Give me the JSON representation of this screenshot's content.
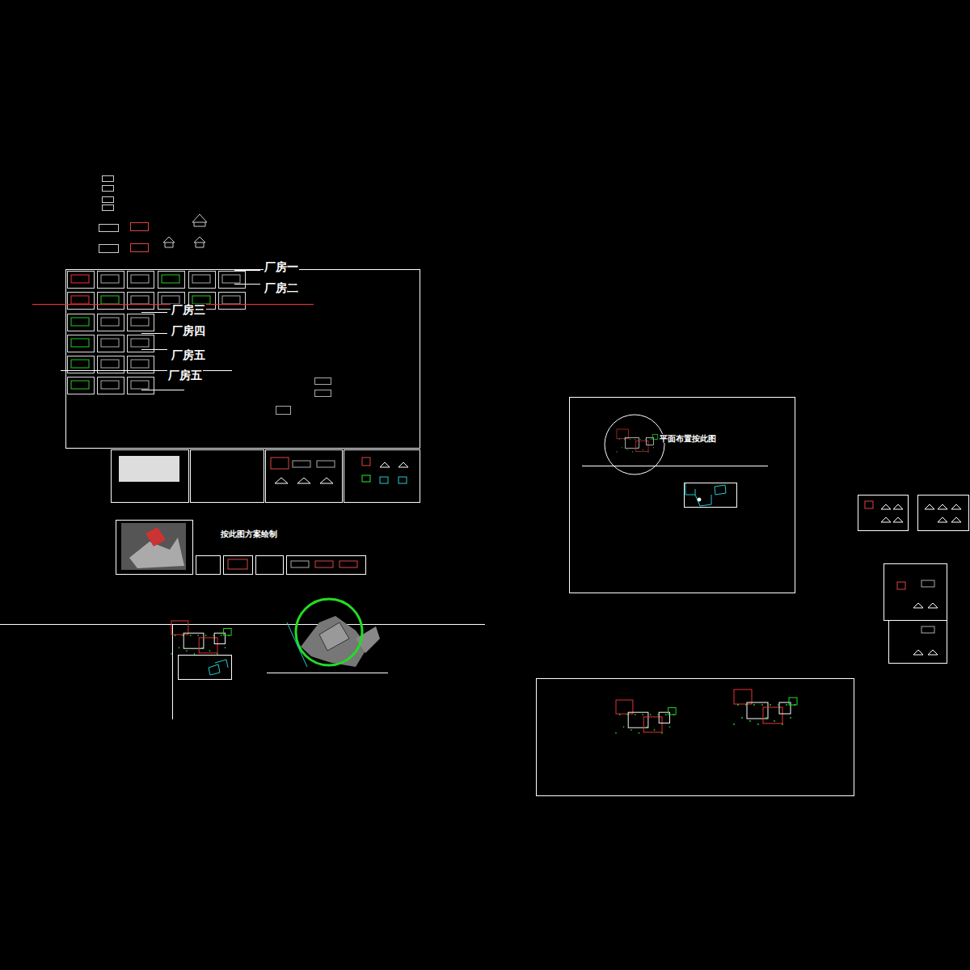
{
  "diagram": {
    "labels": [
      "厂房一",
      "厂房二",
      "厂房三",
      "厂房四",
      "厂房五",
      "厂房五",
      "按此图方案绘制",
      "平面布置按此图"
    ]
  }
}
